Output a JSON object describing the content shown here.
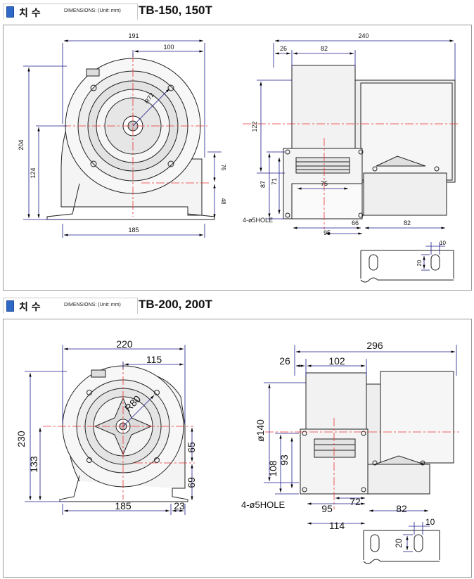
{
  "sections": [
    {
      "tab_label_ko": "치 수",
      "tab_label_en": "DIMENSIONS: (Unit: mm)",
      "model": "TB-150, 150T",
      "front_view": {
        "width": "191",
        "offset": "100",
        "height": "204",
        "center_height": "124",
        "base_width": "185",
        "upper_right": "76",
        "lower_right": "48",
        "radius": "R72"
      },
      "side_view": {
        "total_length": "240",
        "flange": "26",
        "body": "82",
        "height": "122",
        "base_height": "87",
        "outlet_height": "71",
        "outlet_width": "75",
        "hole_label": "4-ø5HOLE",
        "bottom_left": "95",
        "bottom_mid": "66",
        "bottom_right": "82"
      },
      "slot_detail": {
        "width": "10",
        "height": "20"
      }
    },
    {
      "tab_label_ko": "치 수",
      "tab_label_en": "DIMENSIONS: (Unit: mm)",
      "model": "TB-200, 200T",
      "front_view": {
        "width": "220",
        "offset": "115",
        "height": "230",
        "center_height": "133",
        "base_width": "185",
        "base_offset": "23",
        "upper_right": "65",
        "lower_right": "69",
        "radius": "R80"
      },
      "side_view": {
        "total_length": "296",
        "flange": "26",
        "body": "102",
        "diameter": "ø140",
        "base_height": "108",
        "outlet_height": "93",
        "hole_label": "4-ø5HOLE",
        "bottom_left": "95",
        "bottom_mid": "72",
        "bottom_total": "114",
        "bottom_right": "82"
      },
      "slot_detail": {
        "width": "10",
        "height": "20"
      }
    }
  ]
}
